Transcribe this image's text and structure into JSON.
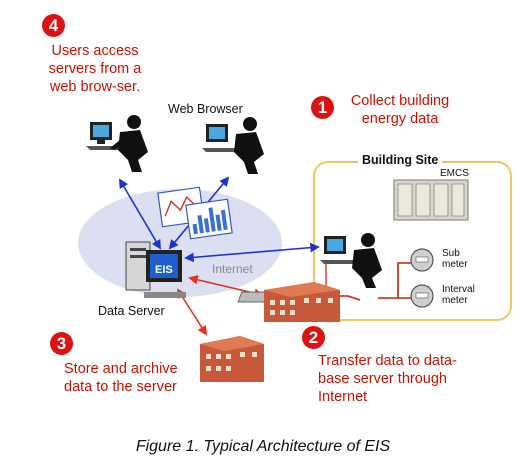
{
  "steps": [
    {
      "number": "4",
      "text": "Users access servers from a web brow-ser."
    },
    {
      "number": "1",
      "text": "Collect building energy data"
    },
    {
      "number": "3",
      "text": "Store and archive data to the server"
    },
    {
      "number": "2",
      "text": "Transfer data to data-base server through Internet"
    }
  ],
  "labels": {
    "web_browser": "Web Browser",
    "building_site": "Building Site",
    "emcs": "EMCS",
    "sub_meter": "Sub meter",
    "interval_meter": "Interval meter",
    "internet": "Internet",
    "eis": "EIS",
    "data_server": "Data Server"
  },
  "caption": "Figure 1. Typical Architecture of EIS",
  "colors": {
    "accent_red": "#cc1100",
    "badge_red": "#dd1111",
    "site_border": "#f0c860",
    "cloud": "#dcdff2",
    "arrow_blue": "#1a33cc",
    "arrow_red": "#e8301a"
  }
}
